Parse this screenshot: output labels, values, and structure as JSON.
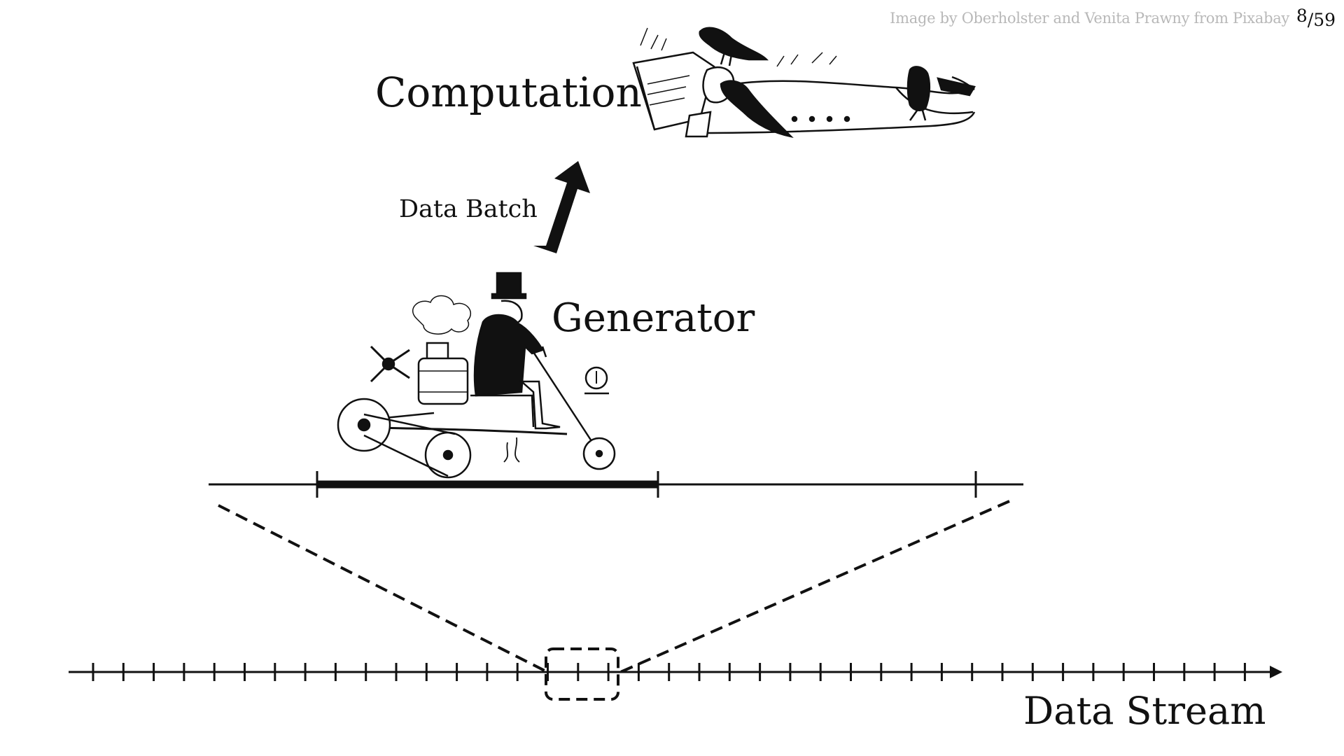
{
  "slide": {
    "credit": "Image by Oberholster and Venita Prawny from Pixabay",
    "page_current": "8",
    "page_separator": "/",
    "page_total": "59"
  },
  "labels": {
    "computation": "Computation",
    "data_batch": "Data Batch",
    "generator": "Generator",
    "data_stream": "Data Stream"
  },
  "illustrations": {
    "computation": "reading-man-with-crows-illustration",
    "generator": "steam-tricycle-with-top-hat-man-illustration"
  },
  "colors": {
    "ink": "#111111",
    "credit": "#b8b8b8",
    "background": "#ffffff"
  }
}
